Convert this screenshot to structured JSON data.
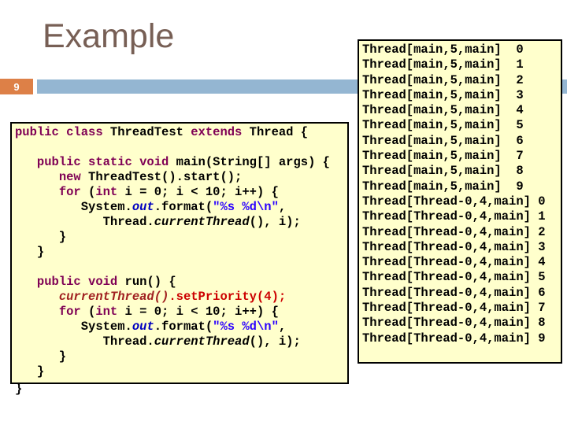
{
  "slide": {
    "title": "Example",
    "page_number": "9",
    "colors": {
      "title": "#775F55",
      "accent_blue": "#94B6D2",
      "accent_orange": "#DD8047",
      "panel_bg": "#FFFFCC",
      "border": "#000000",
      "keyword": "#7F0055",
      "string": "#2A00FF",
      "static_field": "#0000C0",
      "highlight_red": "#CC0000",
      "highlight_dark_red": "#A02020"
    }
  },
  "code": {
    "closing_brace": "}",
    "lines": [
      [
        [
          "k",
          "public class"
        ],
        [
          "p",
          " ThreadTest "
        ],
        [
          "k",
          "extends"
        ],
        [
          "p",
          " Thread {"
        ]
      ],
      [],
      [
        [
          "p",
          "   "
        ],
        [
          "k",
          "public static void"
        ],
        [
          "p",
          " main(String[] args) {"
        ]
      ],
      [
        [
          "p",
          "      "
        ],
        [
          "k",
          "new"
        ],
        [
          "p",
          " ThreadTest().start();"
        ]
      ],
      [
        [
          "p",
          "      "
        ],
        [
          "k",
          "for"
        ],
        [
          "p",
          " ("
        ],
        [
          "k",
          "int"
        ],
        [
          "p",
          " i = 0; i < 10; i++) {"
        ]
      ],
      [
        [
          "p",
          "         System."
        ],
        [
          "sf",
          "out"
        ],
        [
          "p",
          ".format("
        ],
        [
          "str",
          "\"%s %d\\n\""
        ],
        [
          "p",
          ","
        ]
      ],
      [
        [
          "p",
          "            Thread."
        ],
        [
          "sm",
          "currentThread"
        ],
        [
          "p",
          "(), i);"
        ]
      ],
      [
        [
          "p",
          "      }"
        ]
      ],
      [
        [
          "p",
          "   }"
        ]
      ],
      [],
      [
        [
          "p",
          "   "
        ],
        [
          "k",
          "public void"
        ],
        [
          "p",
          " run() {"
        ]
      ],
      [
        [
          "p",
          "      "
        ],
        [
          "ri",
          "currentThread()"
        ],
        [
          "r",
          ".setPriority(4);"
        ]
      ],
      [
        [
          "p",
          "      "
        ],
        [
          "k",
          "for"
        ],
        [
          "p",
          " ("
        ],
        [
          "k",
          "int"
        ],
        [
          "p",
          " i = 0; i < 10; i++) {"
        ]
      ],
      [
        [
          "p",
          "         System."
        ],
        [
          "sf",
          "out"
        ],
        [
          "p",
          ".format("
        ],
        [
          "str",
          "\"%s %d\\n\""
        ],
        [
          "p",
          ","
        ]
      ],
      [
        [
          "p",
          "            Thread."
        ],
        [
          "sm",
          "currentThread"
        ],
        [
          "p",
          "(), i);"
        ]
      ],
      [
        [
          "p",
          "      }"
        ]
      ],
      [
        [
          "p",
          "   }"
        ]
      ]
    ]
  },
  "output": {
    "lines": [
      "Thread[main,5,main]  0",
      "Thread[main,5,main]  1",
      "Thread[main,5,main]  2",
      "Thread[main,5,main]  3",
      "Thread[main,5,main]  4",
      "Thread[main,5,main]  5",
      "Thread[main,5,main]  6",
      "Thread[main,5,main]  7",
      "Thread[main,5,main]  8",
      "Thread[main,5,main]  9",
      "Thread[Thread-0,4,main] 0",
      "Thread[Thread-0,4,main] 1",
      "Thread[Thread-0,4,main] 2",
      "Thread[Thread-0,4,main] 3",
      "Thread[Thread-0,4,main] 4",
      "Thread[Thread-0,4,main] 5",
      "Thread[Thread-0,4,main] 6",
      "Thread[Thread-0,4,main] 7",
      "Thread[Thread-0,4,main] 8",
      "Thread[Thread-0,4,main] 9"
    ]
  }
}
